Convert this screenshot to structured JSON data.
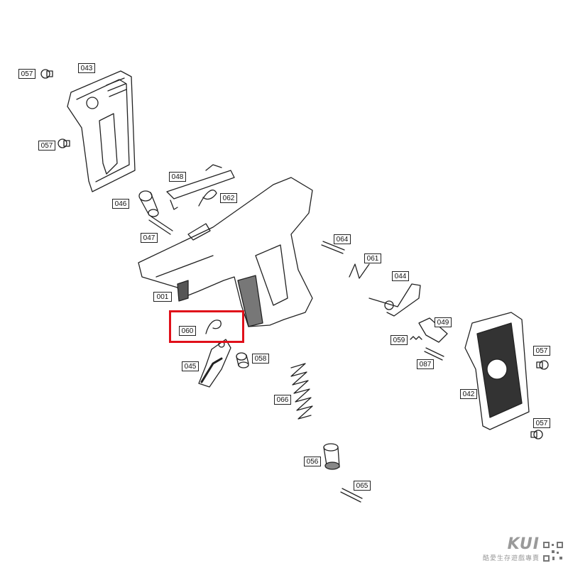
{
  "diagram": {
    "parts": [
      {
        "id": "p057a",
        "label": "057"
      },
      {
        "id": "p043",
        "label": "043"
      },
      {
        "id": "p057b",
        "label": "057"
      },
      {
        "id": "p048",
        "label": "048"
      },
      {
        "id": "p062",
        "label": "062"
      },
      {
        "id": "p046",
        "label": "046"
      },
      {
        "id": "p047",
        "label": "047"
      },
      {
        "id": "p001",
        "label": "001"
      },
      {
        "id": "p064",
        "label": "064"
      },
      {
        "id": "p061",
        "label": "061"
      },
      {
        "id": "p044",
        "label": "044"
      },
      {
        "id": "p049",
        "label": "049"
      },
      {
        "id": "p059",
        "label": "059"
      },
      {
        "id": "p087",
        "label": "087"
      },
      {
        "id": "p057c",
        "label": "057"
      },
      {
        "id": "p042",
        "label": "042"
      },
      {
        "id": "p057d",
        "label": "057"
      },
      {
        "id": "p060",
        "label": "060"
      },
      {
        "id": "p045",
        "label": "045"
      },
      {
        "id": "p058",
        "label": "058"
      },
      {
        "id": "p066",
        "label": "066"
      },
      {
        "id": "p056",
        "label": "056"
      },
      {
        "id": "p065",
        "label": "065"
      }
    ],
    "highlighted_part": "060",
    "highlight_color": "#e0101a",
    "line_color": "#222222"
  },
  "watermark": {
    "brand": "KUI",
    "tagline": "酷愛生存遊戲專賣",
    "icon": "qr-code-icon"
  }
}
